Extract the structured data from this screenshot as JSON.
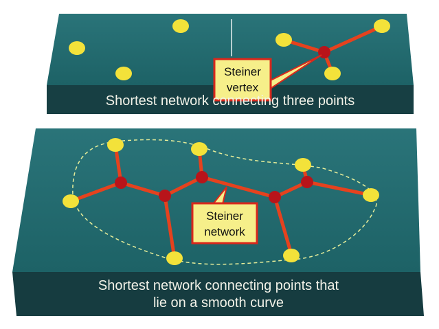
{
  "top_panel": {
    "caption": "Shortest network connecting three points",
    "label_line1": "Steiner",
    "label_line2": "vertex"
  },
  "bottom_panel": {
    "caption_line1": "Shortest network connecting points that",
    "caption_line2": "lie on a smooth curve",
    "label_line1": "Steiner",
    "label_line2": "network"
  },
  "colors": {
    "surface": "#1f6a6e",
    "front": "#163c40",
    "point": "#f3e23a",
    "edge": "#e5421e",
    "vertex": "#b8141a",
    "label_bg": "#f6ef8a",
    "label_border": "#d8281c"
  }
}
